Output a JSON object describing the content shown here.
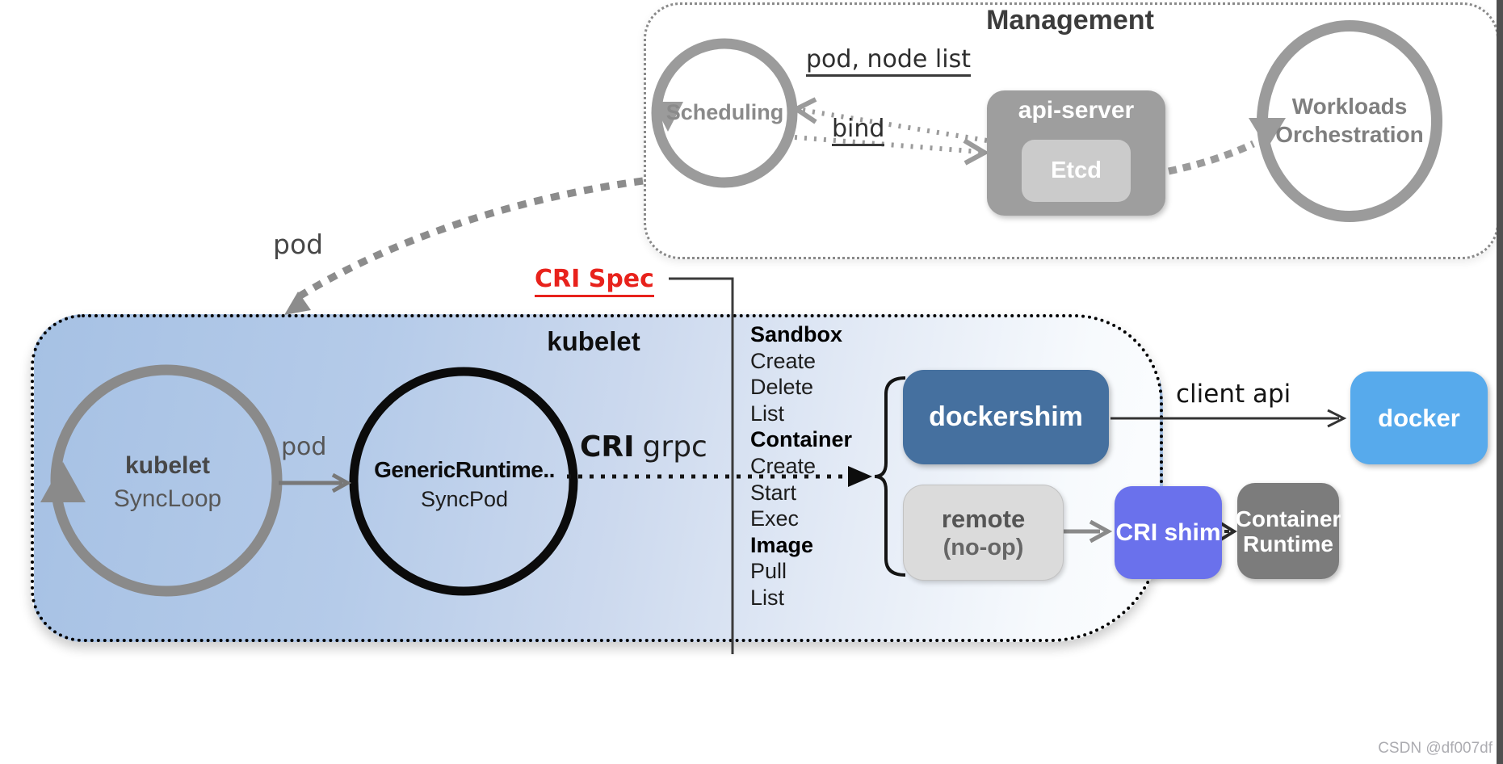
{
  "management": {
    "title": "Management",
    "scheduling_label": "Scheduling",
    "api_server_label": "api-server",
    "etcd_label": "Etcd",
    "workloads_line1": "Workloads",
    "workloads_line2": "Orchestration",
    "arrow_label_top": "pod, node list",
    "arrow_label_bottom": "bind"
  },
  "flow": {
    "pod_curve_label": "pod",
    "cri_spec_label": "CRI Spec",
    "client_api_label": "client api"
  },
  "kubelet": {
    "box_title": "kubelet",
    "syncloop_title": "kubelet",
    "syncloop_subtitle": "SyncLoop",
    "pod_arrow_label": "pod",
    "runtime_title": "GenericRuntime..",
    "runtime_subtitle": "SyncPod",
    "cri_label_bold": "CRI",
    "cri_label_rest": "grpc"
  },
  "cri_methods": [
    {
      "label": "Sandbox",
      "bold": true
    },
    {
      "label": "Create",
      "bold": false
    },
    {
      "label": "Delete",
      "bold": false
    },
    {
      "label": "List",
      "bold": false
    },
    {
      "label": "Container",
      "bold": true
    },
    {
      "label": "Create",
      "bold": false
    },
    {
      "label": "Start",
      "bold": false
    },
    {
      "label": "Exec",
      "bold": false
    },
    {
      "label": "Image",
      "bold": true
    },
    {
      "label": "Pull",
      "bold": false
    },
    {
      "label": "List",
      "bold": false
    }
  ],
  "runtime_boxes": {
    "dockershim": "dockershim",
    "docker": "docker",
    "remote_title": "remote",
    "remote_subtitle": "(no-op)",
    "cri_shim": "CRI shim",
    "container_runtime_line1": "Container",
    "container_runtime_line2": "Runtime"
  },
  "watermark": "CSDN @df007df",
  "colors": {
    "dockershim_bg": "#45709f",
    "docker_bg": "#57aaec",
    "cri_shim_bg": "#6a71ec",
    "container_runtime_bg": "#7c7c7c",
    "remote_bg": "#dbdbdb",
    "api_server_bg": "#9e9e9e",
    "etcd_bg": "#cbcbcb",
    "kubelet_bg_left": "#a6c1e4",
    "cri_spec_red": "#e8221c",
    "loop_gray": "#9b9b9b"
  }
}
